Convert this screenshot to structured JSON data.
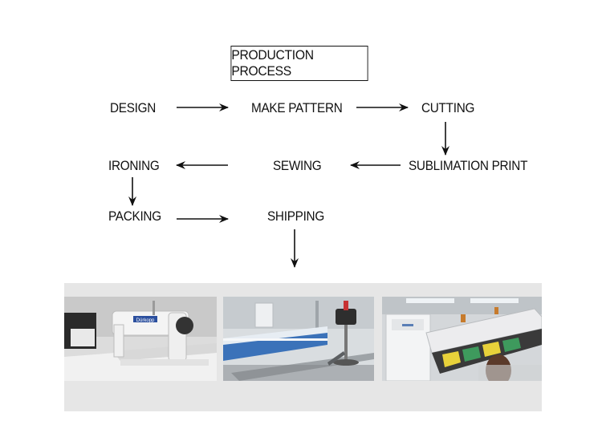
{
  "title": "PRODUCTION PROCESS",
  "steps": {
    "design": "DESIGN",
    "make_pattern": "MAKE PATTERN",
    "cutting": "CUTTING",
    "sublimation_print": "SUBLIMATION PRINT",
    "sewing": "SEWING",
    "ironing": "IRONING",
    "packing": "PACKING",
    "shipping": "SHIPPING"
  },
  "photos": {
    "sewing_machine_label": "Dürkopp"
  },
  "colors": {
    "text": "#111111",
    "strip_background": "#e6e6e6"
  }
}
